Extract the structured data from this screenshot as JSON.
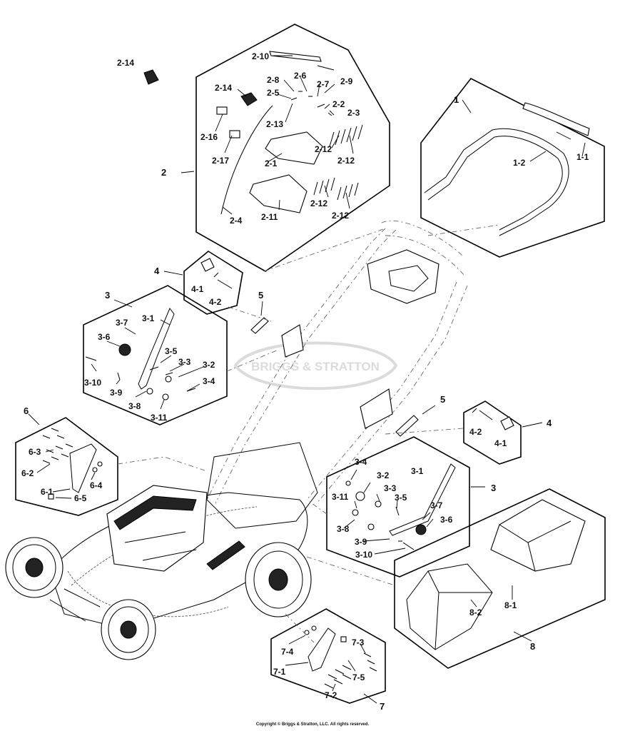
{
  "labels": {
    "l1": "1",
    "l1_1": "1-1",
    "l1_2": "1-2",
    "l2": "2",
    "l2_1": "2-1",
    "l2_2": "2-2",
    "l2_3": "2-3",
    "l2_4": "2-4",
    "l2_5": "2-5",
    "l2_6": "2-6",
    "l2_7": "2-7",
    "l2_8": "2-8",
    "l2_9": "2-9",
    "l2_10": "2-10",
    "l2_11": "2-11",
    "l2_12a": "2-12",
    "l2_12b": "2-12",
    "l2_12c": "2-12",
    "l2_12d": "2-12",
    "l2_13": "2-13",
    "l2_14a": "2-14",
    "l2_14b": "2-14",
    "l2_16": "2-16",
    "l2_17": "2-17",
    "l3a": "3",
    "l3_1a": "3-1",
    "l3_2a": "3-2",
    "l3_3a": "3-3",
    "l3_4a": "3-4",
    "l3_5a": "3-5",
    "l3_6a": "3-6",
    "l3_7a": "3-7",
    "l3_8a": "3-8",
    "l3_9a": "3-9",
    "l3_10a": "3-10",
    "l3_11a": "3-11",
    "l3b": "3",
    "l3_1b": "3-1",
    "l3_2b": "3-2",
    "l3_3b": "3-3",
    "l3_4b": "3-4",
    "l3_5b": "3-5",
    "l3_6b": "3-6",
    "l3_7b": "3-7",
    "l3_8b": "3-8",
    "l3_9b": "3-9",
    "l3_10b": "3-10",
    "l3_11b": "3-11",
    "l4a": "4",
    "l4_1a": "4-1",
    "l4_2a": "4-2",
    "l4b": "4",
    "l4_1b": "4-1",
    "l4_2b": "4-2",
    "l5a": "5",
    "l5b": "5",
    "l6": "6",
    "l6_1": "6-1",
    "l6_2": "6-2",
    "l6_3": "6-3",
    "l6_4": "6-4",
    "l6_5": "6-5",
    "l7": "7",
    "l7_1": "7-1",
    "l7_2": "7-2",
    "l7_3": "7-3",
    "l7_4": "7-4",
    "l7_5": "7-5",
    "l8": "8",
    "l8_1": "8-1",
    "l8_2": "8-2"
  },
  "watermark": "BRIGGS & STRATTON",
  "copyright": "Copyright © Briggs & Stratton, LLC. All rights reserved."
}
